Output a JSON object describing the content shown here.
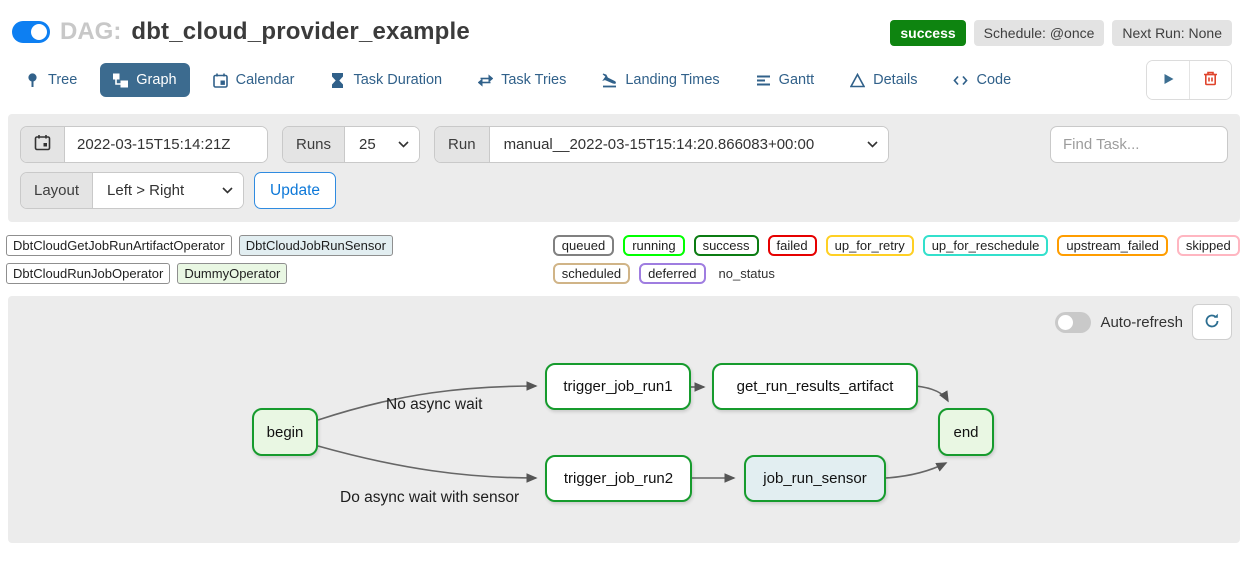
{
  "header": {
    "dag_prefix": "DAG:",
    "dag_title": "dbt_cloud_provider_example",
    "status_badge": "success",
    "schedule_badge": "Schedule: @once",
    "next_run_badge": "Next Run: None"
  },
  "tabs": [
    {
      "label": "Tree",
      "icon": "pin-icon"
    },
    {
      "label": "Graph",
      "icon": "sitemap-icon",
      "active": true
    },
    {
      "label": "Calendar",
      "icon": "calendar-icon"
    },
    {
      "label": "Task Duration",
      "icon": "hourglass-icon"
    },
    {
      "label": "Task Tries",
      "icon": "repeat-icon"
    },
    {
      "label": "Landing Times",
      "icon": "plane-landing-icon"
    },
    {
      "label": "Gantt",
      "icon": "gantt-bars-icon"
    },
    {
      "label": "Details",
      "icon": "triangle-icon"
    },
    {
      "label": "Code",
      "icon": "code-icon"
    }
  ],
  "filters": {
    "base_date": "2022-03-15T15:14:21Z",
    "runs_label": "Runs",
    "runs_value": "25",
    "run_label": "Run",
    "run_value": "manual__2022-03-15T15:14:20.866083+00:00",
    "find_task_placeholder": "Find Task...",
    "layout_label": "Layout",
    "layout_value": "Left > Right",
    "update_label": "Update"
  },
  "legend": {
    "operators": [
      {
        "label": "DbtCloudGetJobRunArtifactOperator",
        "fill": "#ffffff"
      },
      {
        "label": "DbtCloudJobRunSensor",
        "fill": "#e2eef1"
      },
      {
        "label": "DbtCloudRunJobOperator",
        "fill": "#ffffff"
      },
      {
        "label": "DummyOperator",
        "fill": "#e9f7e3"
      }
    ],
    "states": [
      {
        "label": "queued",
        "color": "#808080"
      },
      {
        "label": "running",
        "color": "#00ff00"
      },
      {
        "label": "success",
        "color": "#0b7c12"
      },
      {
        "label": "failed",
        "color": "#e60000"
      },
      {
        "label": "up_for_retry",
        "color": "#ffd024"
      },
      {
        "label": "up_for_reschedule",
        "color": "#33e0cc"
      },
      {
        "label": "upstream_failed",
        "color": "#ff9d00"
      },
      {
        "label": "skipped",
        "color": "#ffb6c1"
      },
      {
        "label": "scheduled",
        "color": "#d0b487"
      },
      {
        "label": "deferred",
        "color": "#9f7de0"
      }
    ],
    "no_status_label": "no_status"
  },
  "graph": {
    "auto_refresh_label": "Auto-refresh",
    "nodes": [
      {
        "label": "begin",
        "fill": "#e9f7e3"
      },
      {
        "label": "trigger_job_run1",
        "fill": "#ffffff"
      },
      {
        "label": "get_run_results_artifact",
        "fill": "#ffffff"
      },
      {
        "label": "trigger_job_run2",
        "fill": "#ffffff"
      },
      {
        "label": "job_run_sensor",
        "fill": "#e2eef1"
      },
      {
        "label": "end",
        "fill": "#e9f7e3"
      }
    ],
    "edge_labels": {
      "top": "No async wait",
      "bottom": "Do async wait with sensor"
    }
  },
  "colors": {
    "active_tab_bg": "#3c6b8f",
    "success_badge_bg": "#0e8410",
    "node_border_green": "#169b2d",
    "toggle_on_blue": "#0d7ff2",
    "update_button_blue": "#0d78d8",
    "panel_gray": "#ececec",
    "play_icon_blue": "#3c6e91",
    "trash_icon_red": "#e0442c"
  }
}
